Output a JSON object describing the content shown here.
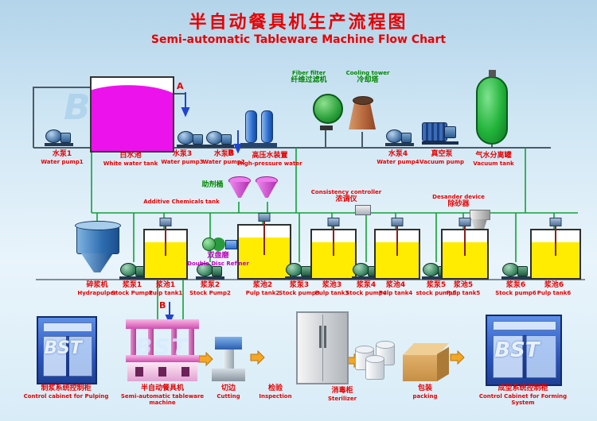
{
  "title": {
    "zh": "半自动餐具机生产流程图",
    "en": "Semi-automatic Tableware Machine Flow Chart"
  },
  "watermark": "BST",
  "connectors": {
    "a": "A",
    "b": "B"
  },
  "colors": {
    "label_red": "#e60000",
    "label_green": "#008800",
    "label_magenta": "#bb00bb",
    "pipe_green": "#12a03a",
    "liquid_magenta": "#ec12ec",
    "liquid_yellow": "#ffec00",
    "cabinet_blue": "#2a55c0",
    "machine_pink": "#cf4fae"
  },
  "top_row": {
    "water_pump1": {
      "zh": "水泵1",
      "en": "Water pump1"
    },
    "white_water_tank": {
      "zh": "白水池",
      "en": "White water tank"
    },
    "water_pump3": {
      "zh": "水泵3",
      "en": "Water pump3"
    },
    "water_pump2": {
      "zh": "水泵2",
      "en": "Water pump2"
    },
    "high_pressure_water": {
      "zh": "高压水装置",
      "en": "High-pressure water"
    },
    "fiber_filter": {
      "en": "Fiber filter",
      "zh": "纤维过滤机"
    },
    "cooling_tower": {
      "en": "Cooling tower",
      "zh": "冷却塔"
    },
    "water_pump4": {
      "zh": "水泵4",
      "en": "Water pump4"
    },
    "vacuum_pump": {
      "zh": "真空泵",
      "en": "Vacuum pump"
    },
    "vacuum_tank": {
      "zh": "气水分离罐",
      "en": "Vacuum tank"
    }
  },
  "additive": {
    "bucket_zh": "助剂桶",
    "tank_en": "Additive Chemicals tank"
  },
  "controllers": {
    "consistency": {
      "en": "Consistency controller",
      "zh": "浓调仪"
    },
    "desander": {
      "en": "Desander device",
      "zh": "除砂器"
    },
    "refiner": {
      "zh": "双盘磨",
      "en": "Double Disc Refiner"
    }
  },
  "pulp_row": {
    "hydrapulper": {
      "zh": "碎浆机",
      "en": "Hydrapulper"
    },
    "stock_pump1": {
      "zh": "浆泵1",
      "en": "Stock Pump1"
    },
    "pulp_tank1": {
      "zh": "浆池1",
      "en": "Pulp tank1"
    },
    "stock_pump2": {
      "zh": "浆泵2",
      "en": "Stock Pump2"
    },
    "pulp_tank2": {
      "zh": "浆池2",
      "en": "Pulp tank2"
    },
    "stock_pump3": {
      "zh": "浆泵3",
      "en": "Stock pump3"
    },
    "pulp_tank3": {
      "zh": "浆池3",
      "en": "Pulp tank3"
    },
    "stock_pump4": {
      "zh": "浆泵4",
      "en": "Stock pump4"
    },
    "pulp_tank4": {
      "zh": "浆池4",
      "en": "Pulp tank4"
    },
    "stock_pump5": {
      "zh": "浆泵5",
      "en": "stock pump5"
    },
    "pulp_tank5": {
      "zh": "浆池5",
      "en": "Pulp tank5"
    },
    "stock_pump6": {
      "zh": "浆泵6",
      "en": "Stock pump6"
    },
    "pulp_tank6": {
      "zh": "浆池6",
      "en": "Pulp tank6"
    }
  },
  "bottom_row": {
    "pulping_cabinet": {
      "zh": "制浆系统控制柜",
      "en": "Control cabinet for Pulping"
    },
    "tableware_machine": {
      "zh": "半自动餐具机",
      "en": "Semi-automatic tableware machine"
    },
    "cutting": {
      "zh": "切边",
      "en": "Cutting"
    },
    "inspection": {
      "zh": "检验",
      "en": "Inspection"
    },
    "sterilizer": {
      "zh": "消毒柜",
      "en": "Sterilizer"
    },
    "packing": {
      "zh": "包装",
      "en": "packing"
    },
    "forming_cabinet": {
      "zh": "成型系统控制柜",
      "en": "Control Cabinet for Forming System"
    }
  }
}
